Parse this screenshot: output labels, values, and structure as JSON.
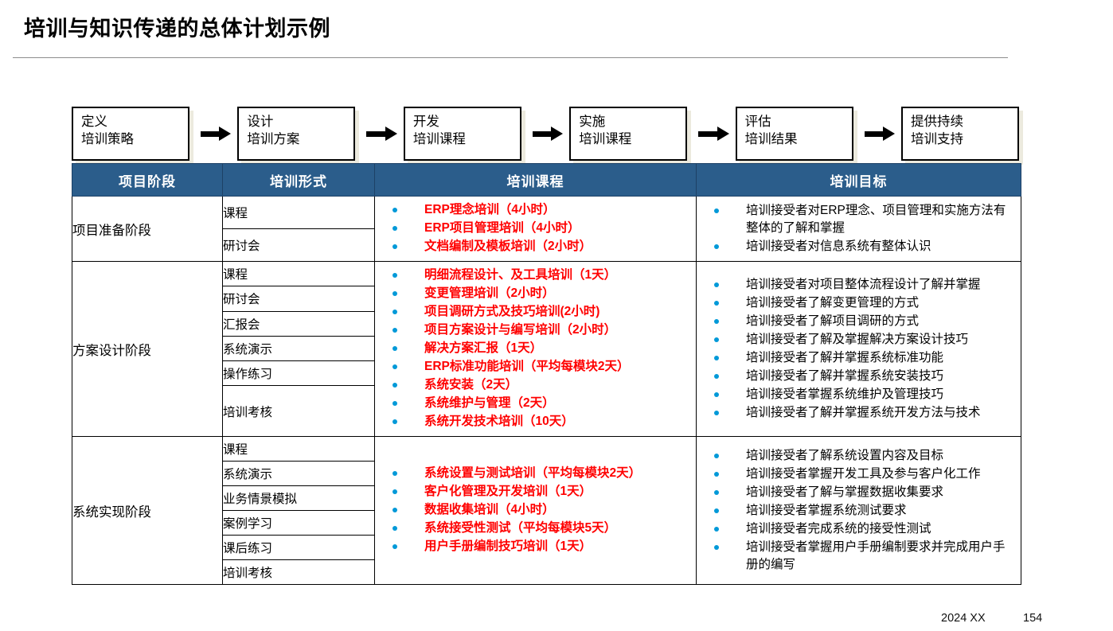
{
  "slide": {
    "title": "培训与知识传递的总体计划示例",
    "footer_date": "2024 XX",
    "page_number": "154"
  },
  "colors": {
    "header_blue": "#2b5d8b",
    "bullet_blue": "#0099d8",
    "course_red": "#ff0000",
    "box_shadow": "#eceade",
    "rule_gray": "#8c8c8c"
  },
  "process_flow": {
    "steps": [
      {
        "line1": "定义",
        "line2": "培训策略"
      },
      {
        "line1": "设计",
        "line2": "培训方案"
      },
      {
        "line1": "开发",
        "line2": "培训课程"
      },
      {
        "line1": "实施",
        "line2": "培训课程"
      },
      {
        "line1": "评估",
        "line2": "培训结果"
      },
      {
        "line1": "提供持续",
        "line2": "培训支持"
      }
    ]
  },
  "table": {
    "headers": [
      "项目阶段",
      "培训形式",
      "培训课程",
      "培训目标"
    ],
    "rows": [
      {
        "stage": "项目准备阶段",
        "forms": [
          {
            "label": "课程",
            "tall": false
          },
          {
            "label": "研讨会",
            "tall": false
          }
        ],
        "courses": [
          "ERP理念培训（4小时）",
          "ERP项目管理培训（4小时）",
          "文档编制及模板培训（2小时）"
        ],
        "goals": [
          "培训接受者对ERP理念、项目管理和实施方法有整体的了解和掌握",
          "培训接受者对信息系统有整体认识"
        ]
      },
      {
        "stage": "方案设计阶段",
        "forms": [
          {
            "label": "课程",
            "tall": false
          },
          {
            "label": "研讨会",
            "tall": false
          },
          {
            "label": "汇报会",
            "tall": false
          },
          {
            "label": "系统演示",
            "tall": false
          },
          {
            "label": "操作练习",
            "tall": false
          },
          {
            "label": "培训考核",
            "tall": true
          }
        ],
        "courses": [
          "明细流程设计、及工具培训（1天）",
          "变更管理培训（2小时）",
          "项目调研方式及技巧培训(2小时)",
          "项目方案设计与编写培训（2小时）",
          "解决方案汇报（1天）",
          "ERP标准功能培训（平均每模块2天）",
          "系统安装（2天）",
          "系统维护与管理（2天）",
          "系统开发技术培训（10天）"
        ],
        "goals": [
          "培训接受者对项目整体流程设计了解并掌握",
          "培训接受者了解变更管理的方式",
          "培训接受者了解项目调研的方式",
          "培训接受者了解及掌握解决方案设计技巧",
          "培训接受者了解并掌握系统标准功能",
          "培训接受者了解并掌握系统安装技巧",
          "培训接受者掌握系统维护及管理技巧",
          "培训接受者了解并掌握系统开发方法与技术"
        ]
      },
      {
        "stage": "系统实现阶段",
        "forms": [
          {
            "label": "课程",
            "tall": false
          },
          {
            "label": "系统演示",
            "tall": false
          },
          {
            "label": "业务情景模拟",
            "tall": false
          },
          {
            "label": "案例学习",
            "tall": false
          },
          {
            "label": "课后练习",
            "tall": false
          },
          {
            "label": "培训考核",
            "tall": false
          }
        ],
        "courses": [
          "系统设置与测试培训（平均每模块2天）",
          "客户化管理及开发培训（1天）",
          "数据收集培训（4小时）",
          "系统接受性测试（平均每模块5天）",
          "用户手册编制技巧培训（1天）"
        ],
        "goals": [
          "培训接受者了解系统设置内容及目标",
          "培训接受者掌握开发工具及参与客户化工作",
          "培训接受者了解与掌握数据收集要求",
          "培训接受者掌握系统测试要求",
          "培训接受者完成系统的接受性测试",
          "培训接受者掌握用户手册编制要求并完成用户手册的编写"
        ]
      }
    ]
  }
}
